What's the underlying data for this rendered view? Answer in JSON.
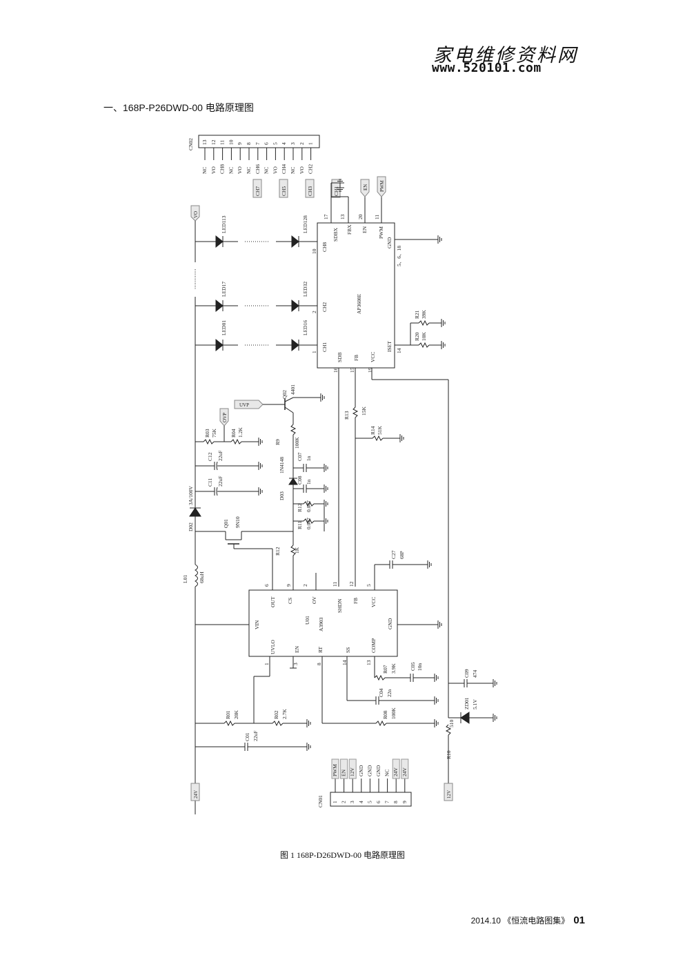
{
  "header": {
    "logo_cn": "家电维修资料网",
    "logo_url": "www.520101.com"
  },
  "section_title": "一、168P-P26DWD-00 电路原理图",
  "schematic": {
    "cn02": {
      "label": "CN02",
      "pins": [
        "13",
        "12",
        "11",
        "10",
        "9",
        "8",
        "7",
        "6",
        "5",
        "4",
        "3",
        "2",
        "1"
      ],
      "signals_top": [
        "NC",
        "VO",
        "CH8",
        "NC",
        "VO",
        "NC",
        "CH6",
        "NC",
        "VO",
        "CH4",
        "NC",
        "VO",
        "CH2"
      ],
      "signals_tag": [
        "CH7",
        "CH5",
        "CH3",
        "CH1"
      ]
    },
    "ic_ap": {
      "name": "AP3608E",
      "pins": {
        "ch8": "CH8",
        "sdbx": "SDBX",
        "fbx": "FBX",
        "en": "EN",
        "pwm": "PWM",
        "gnd": "GND",
        "ch2": "CH2",
        "ch1": "CH1",
        "sdb": "SDB",
        "fb": "FB",
        "vcc": "VCC",
        "iset": "ISET"
      },
      "pin_nums": {
        "p17": "17",
        "p13": "13",
        "p20": "20",
        "p11": "11",
        "p10": "10",
        "p2": "2",
        "p1": "1",
        "p16": "16",
        "p15": "15",
        "p19": "19",
        "p14": "14",
        "p5618": "5、6、18"
      }
    },
    "ic_a3903": {
      "name": "A3903",
      "ref": "U01",
      "pins": {
        "out": "OUT",
        "cs": "CS",
        "ov": "OV",
        "shdn": "SHDN",
        "fb": "FB",
        "vcc": "VCC",
        "vin": "VIN",
        "gnd": "GND",
        "uvlo": "UVLO",
        "en": "EN",
        "rt": "RT",
        "ss": "SS",
        "comp": "COMP"
      },
      "pin_nums": {
        "p6": "6",
        "p9": "9",
        "p2": "2",
        "p11": "11",
        "p12": "12",
        "p5": "5",
        "p1": "1",
        "p3": "3",
        "p8": "8",
        "p14": "14",
        "p13": "13"
      }
    },
    "leds": {
      "l113": "LED113",
      "l128": "LED128",
      "l17": "LED17",
      "l32": "LED32",
      "l01": "LED01",
      "l16": "LED16"
    },
    "tags": {
      "vo": "VO",
      "en": "EN",
      "pwm": "PWM",
      "uvp": "UVP",
      "ovp": "OVP",
      "v24": "24V",
      "v12": "12V"
    },
    "components": {
      "q02": {
        "ref": "Q02",
        "val": "4401"
      },
      "q01": {
        "ref": "Q01",
        "val": "9N10"
      },
      "r13": {
        "ref": "R13",
        "val": "15K"
      },
      "r14": {
        "ref": "R14",
        "val": "51K"
      },
      "r21": {
        "ref": "R21",
        "val": "39K"
      },
      "r20": {
        "ref": "R20",
        "val": "10K"
      },
      "r03": {
        "ref": "R03",
        "val": "75K"
      },
      "r04": {
        "ref": "R04",
        "val": "1.2K"
      },
      "r9": {
        "ref": "R9",
        "val": "100K"
      },
      "c12": {
        "ref": "C12",
        "val": "22uF"
      },
      "c11": {
        "ref": "C11",
        "val": "22uF"
      },
      "c07": {
        "ref": "C07",
        "val": "1n"
      },
      "c08": {
        "ref": "C08",
        "val": "1n"
      },
      "d03": {
        "ref": "D03",
        "val": "1N4148"
      },
      "d02": {
        "ref": "D02",
        "val": "3A/100V"
      },
      "r12a": {
        "ref": "R12",
        "val": "0.047"
      },
      "r11": {
        "ref": "R11",
        "val": "0.047"
      },
      "r12b": {
        "ref": "R12",
        "val": "1K"
      },
      "c27": {
        "ref": "C27",
        "val": "68P"
      },
      "l01": {
        "ref": "L01",
        "val": "68uH"
      },
      "r07": {
        "ref": "R07",
        "val": "3.9K"
      },
      "c05": {
        "ref": "C05",
        "val": "10n"
      },
      "c04": {
        "ref": "C04",
        "val": "22n"
      },
      "c09": {
        "ref": "C09",
        "val": "474"
      },
      "zd01": {
        "ref": "ZD01",
        "val": "5.1V"
      },
      "r08": {
        "ref": "R08",
        "val": "100K"
      },
      "r10": {
        "ref": "R10",
        "val": "510"
      },
      "r01": {
        "ref": "R01",
        "val": "20K"
      },
      "r02": {
        "ref": "R02",
        "val": "2.7K"
      },
      "c01": {
        "ref": "C01",
        "val": "22uF"
      }
    },
    "cn01": {
      "label": "CN01",
      "pins": [
        "1",
        "2",
        "3",
        "4",
        "5",
        "6",
        "7",
        "8",
        "9"
      ],
      "signals": [
        "PWM",
        "EN",
        "12V",
        "GND",
        "GND",
        "GND",
        "NC",
        "24V",
        "24V"
      ]
    }
  },
  "caption": "图 1    168P-D26DWD-00 电路原理图",
  "footer": {
    "text": "2014.10 《恒流电路图集》",
    "page": "01"
  }
}
